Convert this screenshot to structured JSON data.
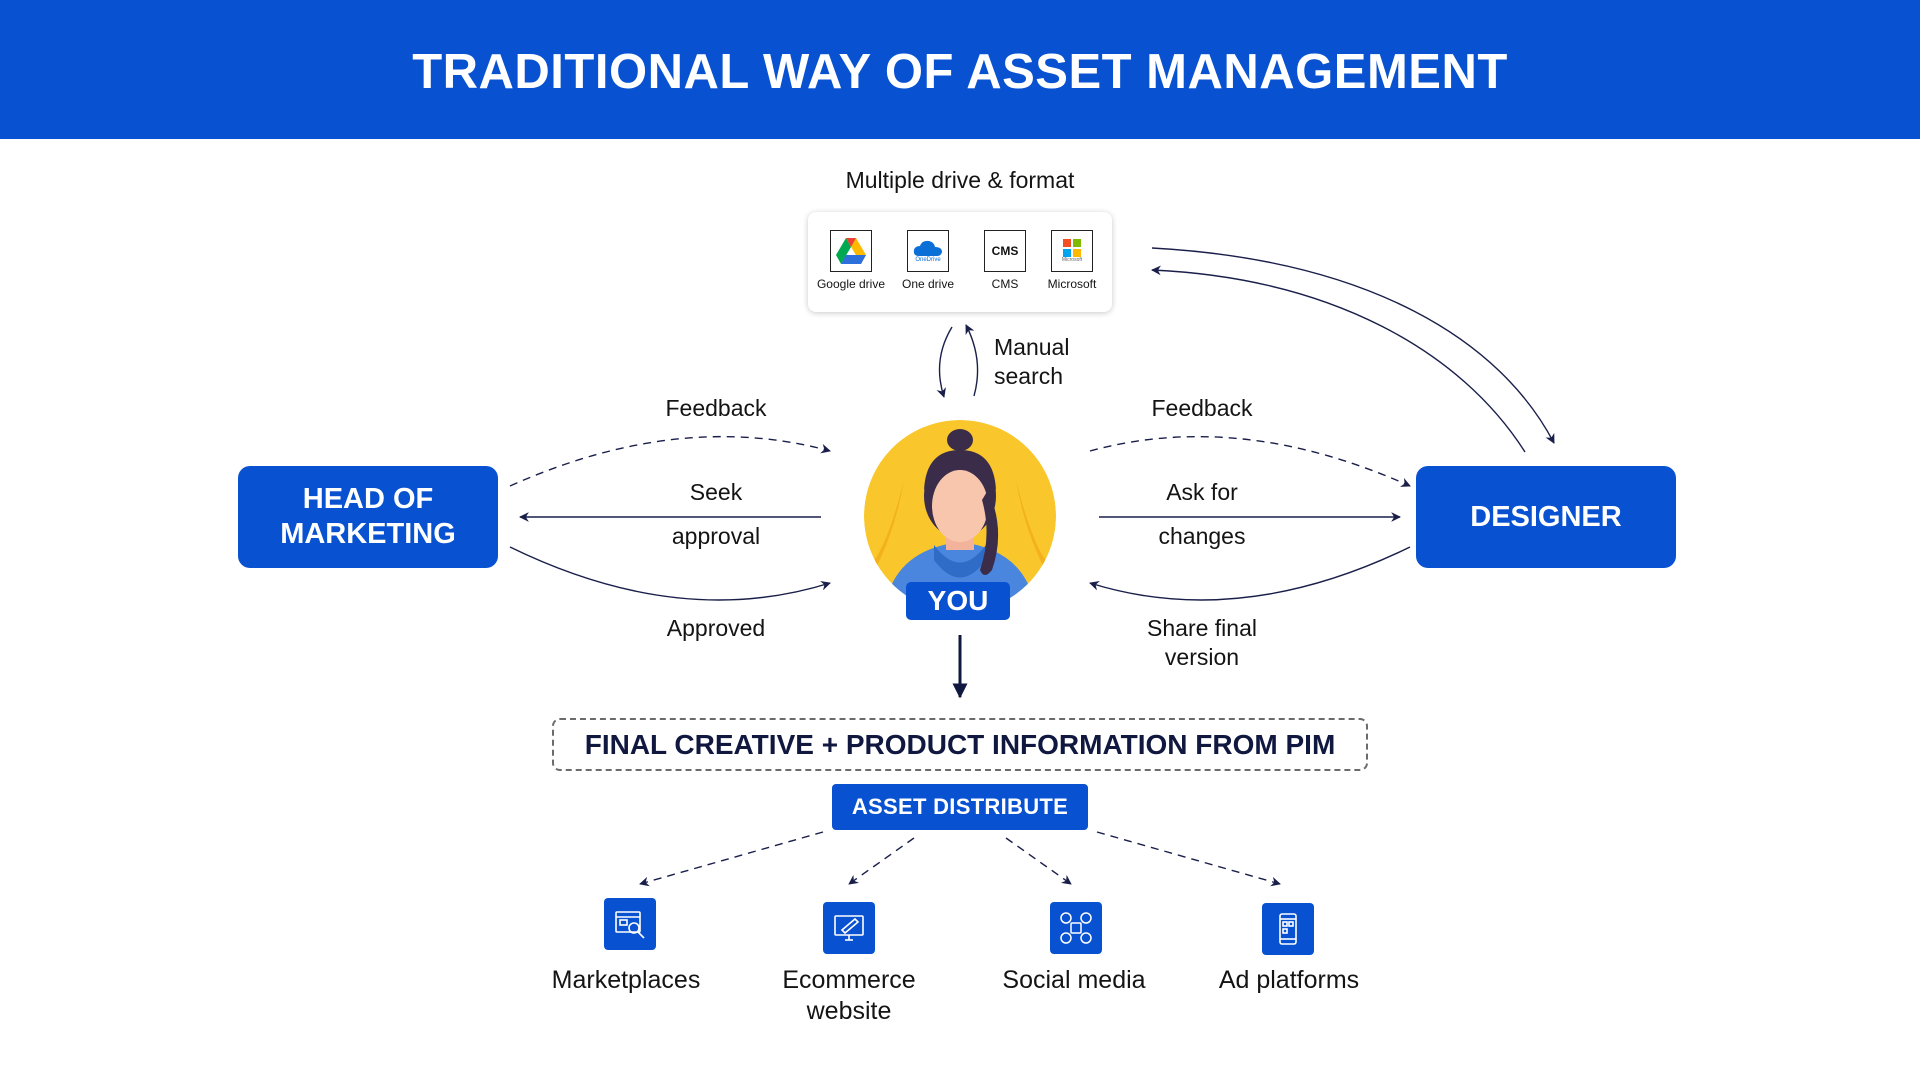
{
  "header": {
    "title": "TRADITIONAL WAY OF ASSET MANAGEMENT"
  },
  "drives": {
    "caption": "Multiple drive & format",
    "items": [
      {
        "label": "Google drive",
        "icon": "google-drive-icon",
        "logo_text": ""
      },
      {
        "label": "One drive",
        "icon": "onedrive-icon",
        "logo_text": "OneDrive"
      },
      {
        "label": "CMS",
        "icon": "cms-icon",
        "logo_text": "CMS"
      },
      {
        "label": "Microsoft",
        "icon": "microsoft-icon",
        "logo_text": "Microsoft"
      }
    ]
  },
  "manual_search": {
    "line1": "Manual",
    "line2": "search"
  },
  "head_of_marketing": {
    "line1": "HEAD OF",
    "line2": "MARKETING"
  },
  "designer": {
    "label": "DESIGNER"
  },
  "you": {
    "label": "YOU"
  },
  "left_flow": {
    "feedback": "Feedback",
    "seek": "Seek",
    "approval": "approval",
    "approved": "Approved"
  },
  "right_flow": {
    "feedback": "Feedback",
    "ask": "Ask for",
    "changes": "changes",
    "share_line1": "Share final",
    "share_line2": "version"
  },
  "final_box": {
    "label": "FINAL CREATIVE + PRODUCT INFORMATION FROM PIM"
  },
  "distribute": {
    "label": "ASSET DISTRIBUTE"
  },
  "channels": [
    {
      "line1": "Marketplaces",
      "line2": "",
      "icon": "marketplace-icon"
    },
    {
      "line1": "Ecommerce",
      "line2": "website",
      "icon": "ecommerce-icon"
    },
    {
      "line1": "Social media",
      "line2": "",
      "icon": "social-media-icon"
    },
    {
      "line1": "Ad platforms",
      "line2": "",
      "icon": "ad-platform-icon"
    }
  ],
  "colors": {
    "brand_blue": "#0852d1",
    "navy": "#10183f",
    "avatar_yellow": "#f9c62b",
    "text": "#141414"
  }
}
